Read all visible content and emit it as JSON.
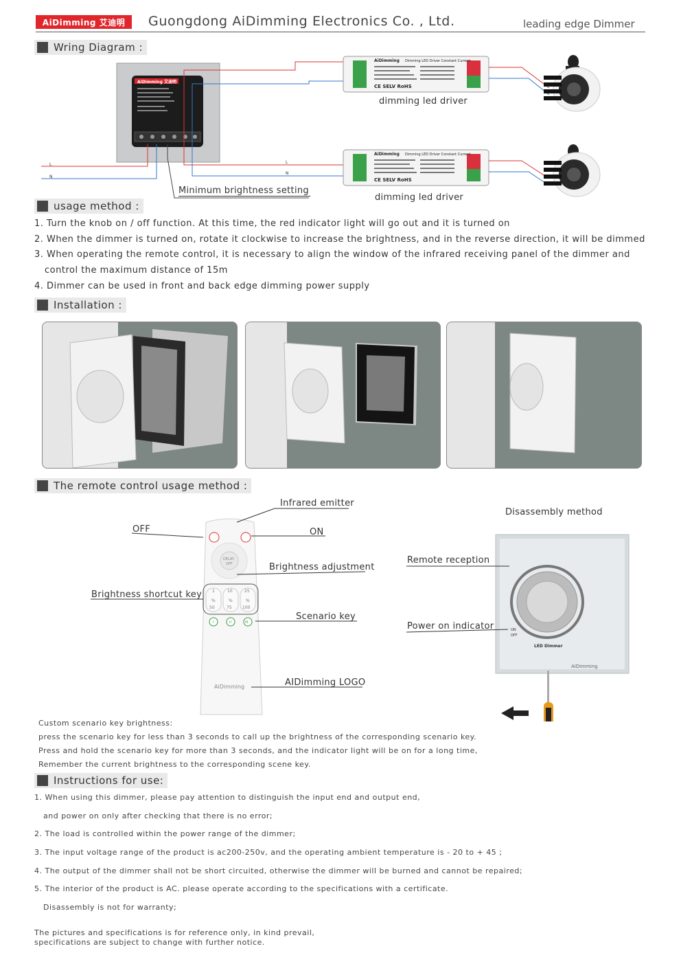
{
  "header": {
    "logo": "AiDimming 艾迪明",
    "company": "Guongdong  AiDimming  Electronics  Co. , Ltd.",
    "product": "leading edge Dimmer"
  },
  "wiring": {
    "title": "Wring  Diagram :",
    "driver_label_1": "dimming led driver",
    "driver_label_2": "dimming led driver",
    "min_brightness": "Minimum brightness setting",
    "wire_L": "L",
    "wire_N": "N",
    "wire_L2": "L",
    "wire_N2": "N",
    "dimmer_brand": "AiDimming 艾迪明",
    "driver_brand": "AiDimming",
    "driver_title": "Dimming LED  Driver  Constant Current",
    "driver_marks": "CE  SELV RoHS"
  },
  "usage": {
    "title": "usage method :",
    "items": [
      "1. Turn the knob on / off function. At this time, the red indicator light will go out and it is turned on",
      "2. When the dimmer is turned on, rotate it clockwise to increase the brightness, and in the reverse direction, it will be dimmed",
      "3. When operating the remote control, it is necessary to align the window of the infrared receiving panel of the dimmer and",
      "control the maximum distance of 15m",
      "4. Dimmer can be used in front and back edge dimming power supply"
    ]
  },
  "installation": {
    "title": "Installation :"
  },
  "remote": {
    "title": "The  remote  control usage method :",
    "labels": {
      "infrared": "Infrared emitter",
      "off": "OFF",
      "on": "ON",
      "brightness_adj": "Brightness adjustment",
      "shortcut": "Brightness shortcut key",
      "scenario": "Scenario key",
      "logo": "AIDimming LOGO",
      "disassembly": "Disassembly method",
      "remote_reception": "Remote reception",
      "power_indicator": "Power on indicator"
    },
    "keys": {
      "delay": "DELAY",
      "delay_off": "OFF",
      "k1": "1",
      "k10": "10",
      "k25": "25",
      "k50": "50",
      "k75": "75",
      "k100": "100",
      "pct": "%",
      "s1": "I",
      "s2": "II",
      "s3": "III",
      "brand": "AiDimming"
    },
    "panel": {
      "on": "ON",
      "off": "OFF",
      "name": "LED Dimmer",
      "brand": "AiDimming"
    },
    "custom_title": "Custom scenario key brightness:",
    "custom_lines": [
      "press the scenario key for less than 3 seconds to call up the brightness of the corresponding scenario key.",
      "Press and hold the scenario key for more than 3 seconds, and the indicator light will be on for a long time,",
      "Remember the current brightness to the corresponding scene key."
    ]
  },
  "instructions": {
    "title": "Instructions for use:",
    "items": [
      "1. When using this dimmer, please pay attention to distinguish the input end and output end,",
      "and power on only after checking that there is no error;",
      "2. The load is controlled within the power range of the dimmer;",
      "3. The input voltage range of the product is ac200-250v, and the operating ambient temperature is - 20 to + 45 ;",
      "4. The output of the dimmer shall not be short circuited, otherwise the dimmer will be burned and cannot be repaired;",
      "5. The interior of the product is AC. please operate according to the specifications with a certificate.",
      "Disassembly is not for warranty;"
    ]
  },
  "footer": {
    "line1": "The pictures and specifications is for reference only, in kind prevail,",
    "line2": "specifications are subject to change with further notice."
  }
}
